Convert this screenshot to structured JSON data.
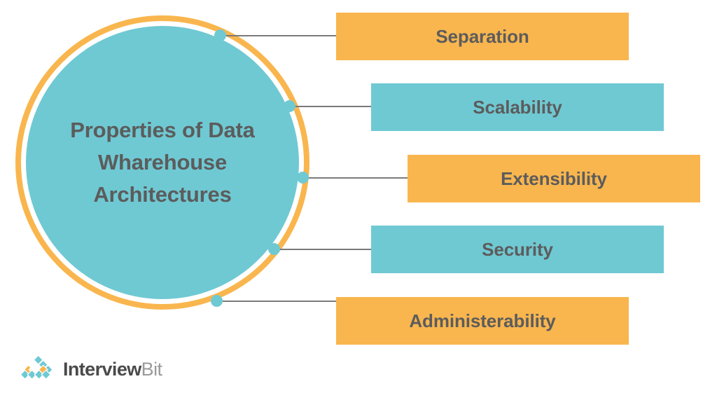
{
  "diagram": {
    "center": {
      "title": "Properties of Data Wharehouse Architectures",
      "fill_color": "#6FC9D3",
      "ring_color": "#F9B64E"
    },
    "branches": [
      {
        "label": "Separation",
        "color": "#F9B64E",
        "icon": "connector-dot-icon"
      },
      {
        "label": "Scalability",
        "color": "#6FC9D3",
        "icon": "connector-dot-icon"
      },
      {
        "label": "Extensibility",
        "color": "#F9B64E",
        "icon": "connector-dot-icon"
      },
      {
        "label": "Security",
        "color": "#6FC9D3",
        "icon": "connector-dot-icon"
      },
      {
        "label": "Administerability",
        "color": "#F9B64E",
        "icon": "connector-dot-icon"
      }
    ],
    "text_color": "#5C5C5C",
    "connector_color": "#7A7A7A"
  },
  "logo": {
    "name_strong": "Interview",
    "name_light": "Bit",
    "mark_icon": "interviewbit-diamond-pyramid-icon",
    "mark_colors": {
      "teal": "#6FC9D3",
      "orange": "#F9B64E"
    }
  }
}
